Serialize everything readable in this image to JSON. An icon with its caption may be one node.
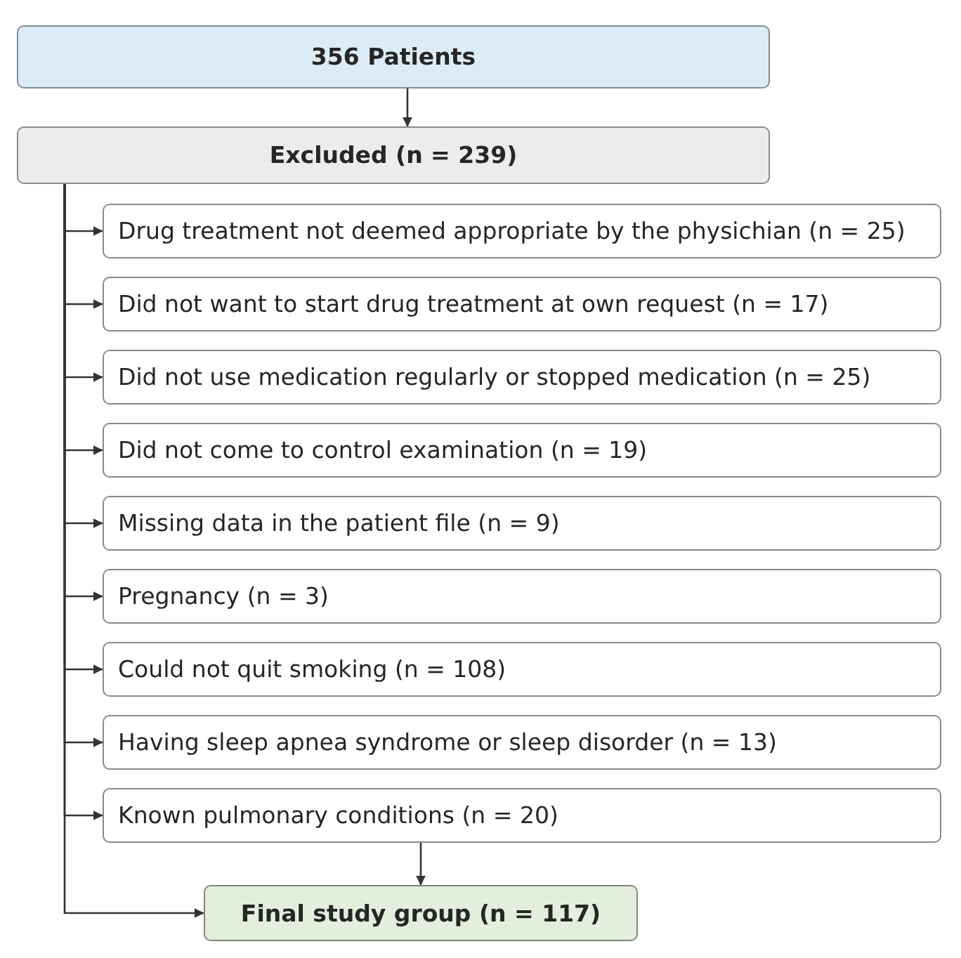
{
  "diagram": {
    "nodes": [
      {
        "text": [
          "356 Patients"
        ]
      },
      {
        "text": [
          "Excluded (n = 239)"
        ]
      },
      {
        "text": [
          "Drug treatment not deemed appropriate by the physichian (n = 25)"
        ]
      },
      {
        "text": [
          "Did not want to start drug treatment at own request (n = 17)"
        ]
      },
      {
        "text": [
          "Did not use medication regularly or stopped medication (n = 25)"
        ]
      },
      {
        "text": [
          "Did not come to control examination (n = 19)"
        ]
      },
      {
        "text": [
          "Missing data in the patient file (n = 9)"
        ]
      },
      {
        "text": [
          "Pregnancy (n = 3)"
        ]
      },
      {
        "text": [
          "Could not quit smoking (n = 108)"
        ]
      },
      {
        "text": [
          "Having sleep apnea syndrome or sleep disorder (n = 13)"
        ]
      },
      {
        "text": [
          "Known pulmonary conditions (n = 20)"
        ]
      },
      {
        "text": [
          "Final study group (n = 117)"
        ]
      }
    ],
    "edges": [
      {
        "from": 0,
        "to": 1,
        "arrow": "to"
      },
      {
        "from": 1,
        "to": 2,
        "arrow": "to"
      },
      {
        "from": 1,
        "to": 3,
        "arrow": "to"
      },
      {
        "from": 1,
        "to": 4,
        "arrow": "to"
      },
      {
        "from": 1,
        "to": 5,
        "arrow": "to"
      },
      {
        "from": 1,
        "to": 6,
        "arrow": "to"
      },
      {
        "from": 1,
        "to": 7,
        "arrow": "to"
      },
      {
        "from": 1,
        "to": 8,
        "arrow": "to"
      },
      {
        "from": 1,
        "to": 9,
        "arrow": "to"
      },
      {
        "from": 1,
        "to": 10,
        "arrow": "to"
      },
      {
        "from": 1,
        "to": 11,
        "arrow": "to"
      },
      {
        "from": 10,
        "to": 11,
        "arrow": "to"
      }
    ]
  }
}
